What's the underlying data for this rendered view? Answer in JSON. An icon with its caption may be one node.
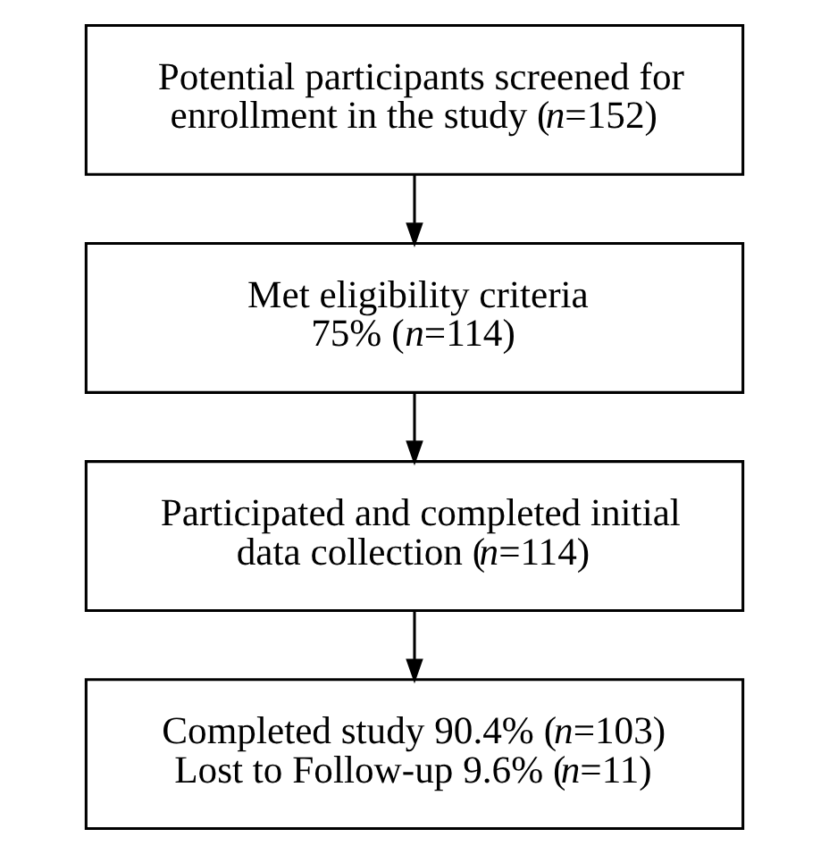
{
  "diagram": {
    "nodes": [
      {
        "text": [
          "Potential participants screened for enrollment in the study (*n*=152)"
        ]
      },
      {
        "text": [
          "Met eligibility criteria",
          "75% (*n*=114)"
        ]
      },
      {
        "text": [
          "Participated and completed initial data collection (*n*=114)"
        ]
      },
      {
        "text": [
          "Completed study 90.4% (*n*=103)",
          "Lost to Follow-up 9.6% (*n*=11)"
        ]
      }
    ],
    "edges": [
      {
        "from": 0,
        "to": 1,
        "arrow": "to"
      },
      {
        "from": 1,
        "to": 2,
        "arrow": "to"
      },
      {
        "from": 2,
        "to": 3,
        "arrow": "to"
      }
    ]
  }
}
